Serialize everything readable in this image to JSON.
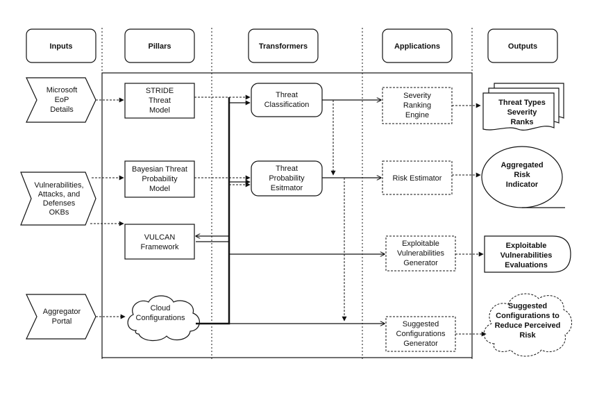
{
  "columns": {
    "inputs": "Inputs",
    "pillars": "Pillars",
    "transformers": "Transformers",
    "applications": "Applications",
    "outputs": "Outputs"
  },
  "inputs": {
    "eop": [
      "Microsoft",
      "EoP",
      "Details"
    ],
    "okbs": [
      "Vulnerabilities,",
      "Attacks, and",
      "Defenses",
      "OKBs"
    ],
    "portal": [
      "Aggregator",
      "Portal"
    ]
  },
  "pillars": {
    "stride": [
      "STRIDE",
      "Threat",
      "Model"
    ],
    "bayesian": [
      "Bayesian Threat",
      "Probability",
      "Model"
    ],
    "vulcan": [
      "VULCAN",
      "Framework"
    ],
    "cloud": [
      "Cloud",
      "Configurations"
    ]
  },
  "transformers": {
    "classification": [
      "Threat",
      "Classification"
    ],
    "estimator": [
      "Threat",
      "Probability",
      "Esitmator"
    ]
  },
  "applications": {
    "severity": [
      "Severity",
      "Ranking",
      "Engine"
    ],
    "risk": [
      "Risk Estimator"
    ],
    "exploitable": [
      "Exploitable",
      "Vulnerabilities",
      "Generator"
    ],
    "suggested": [
      "Suggested",
      "Configurations",
      "Generator"
    ]
  },
  "outputs": {
    "threat_types": [
      "Threat Types",
      "Severity",
      "Ranks"
    ],
    "aggregated": [
      "Aggregated",
      "Risk",
      "Indicator"
    ],
    "exploitable": [
      "Exploitable",
      "Vulnerabilities",
      "Evaluations"
    ],
    "suggested": [
      "Suggested",
      "Configurations to",
      "Reduce Perceived",
      "Risk"
    ]
  }
}
